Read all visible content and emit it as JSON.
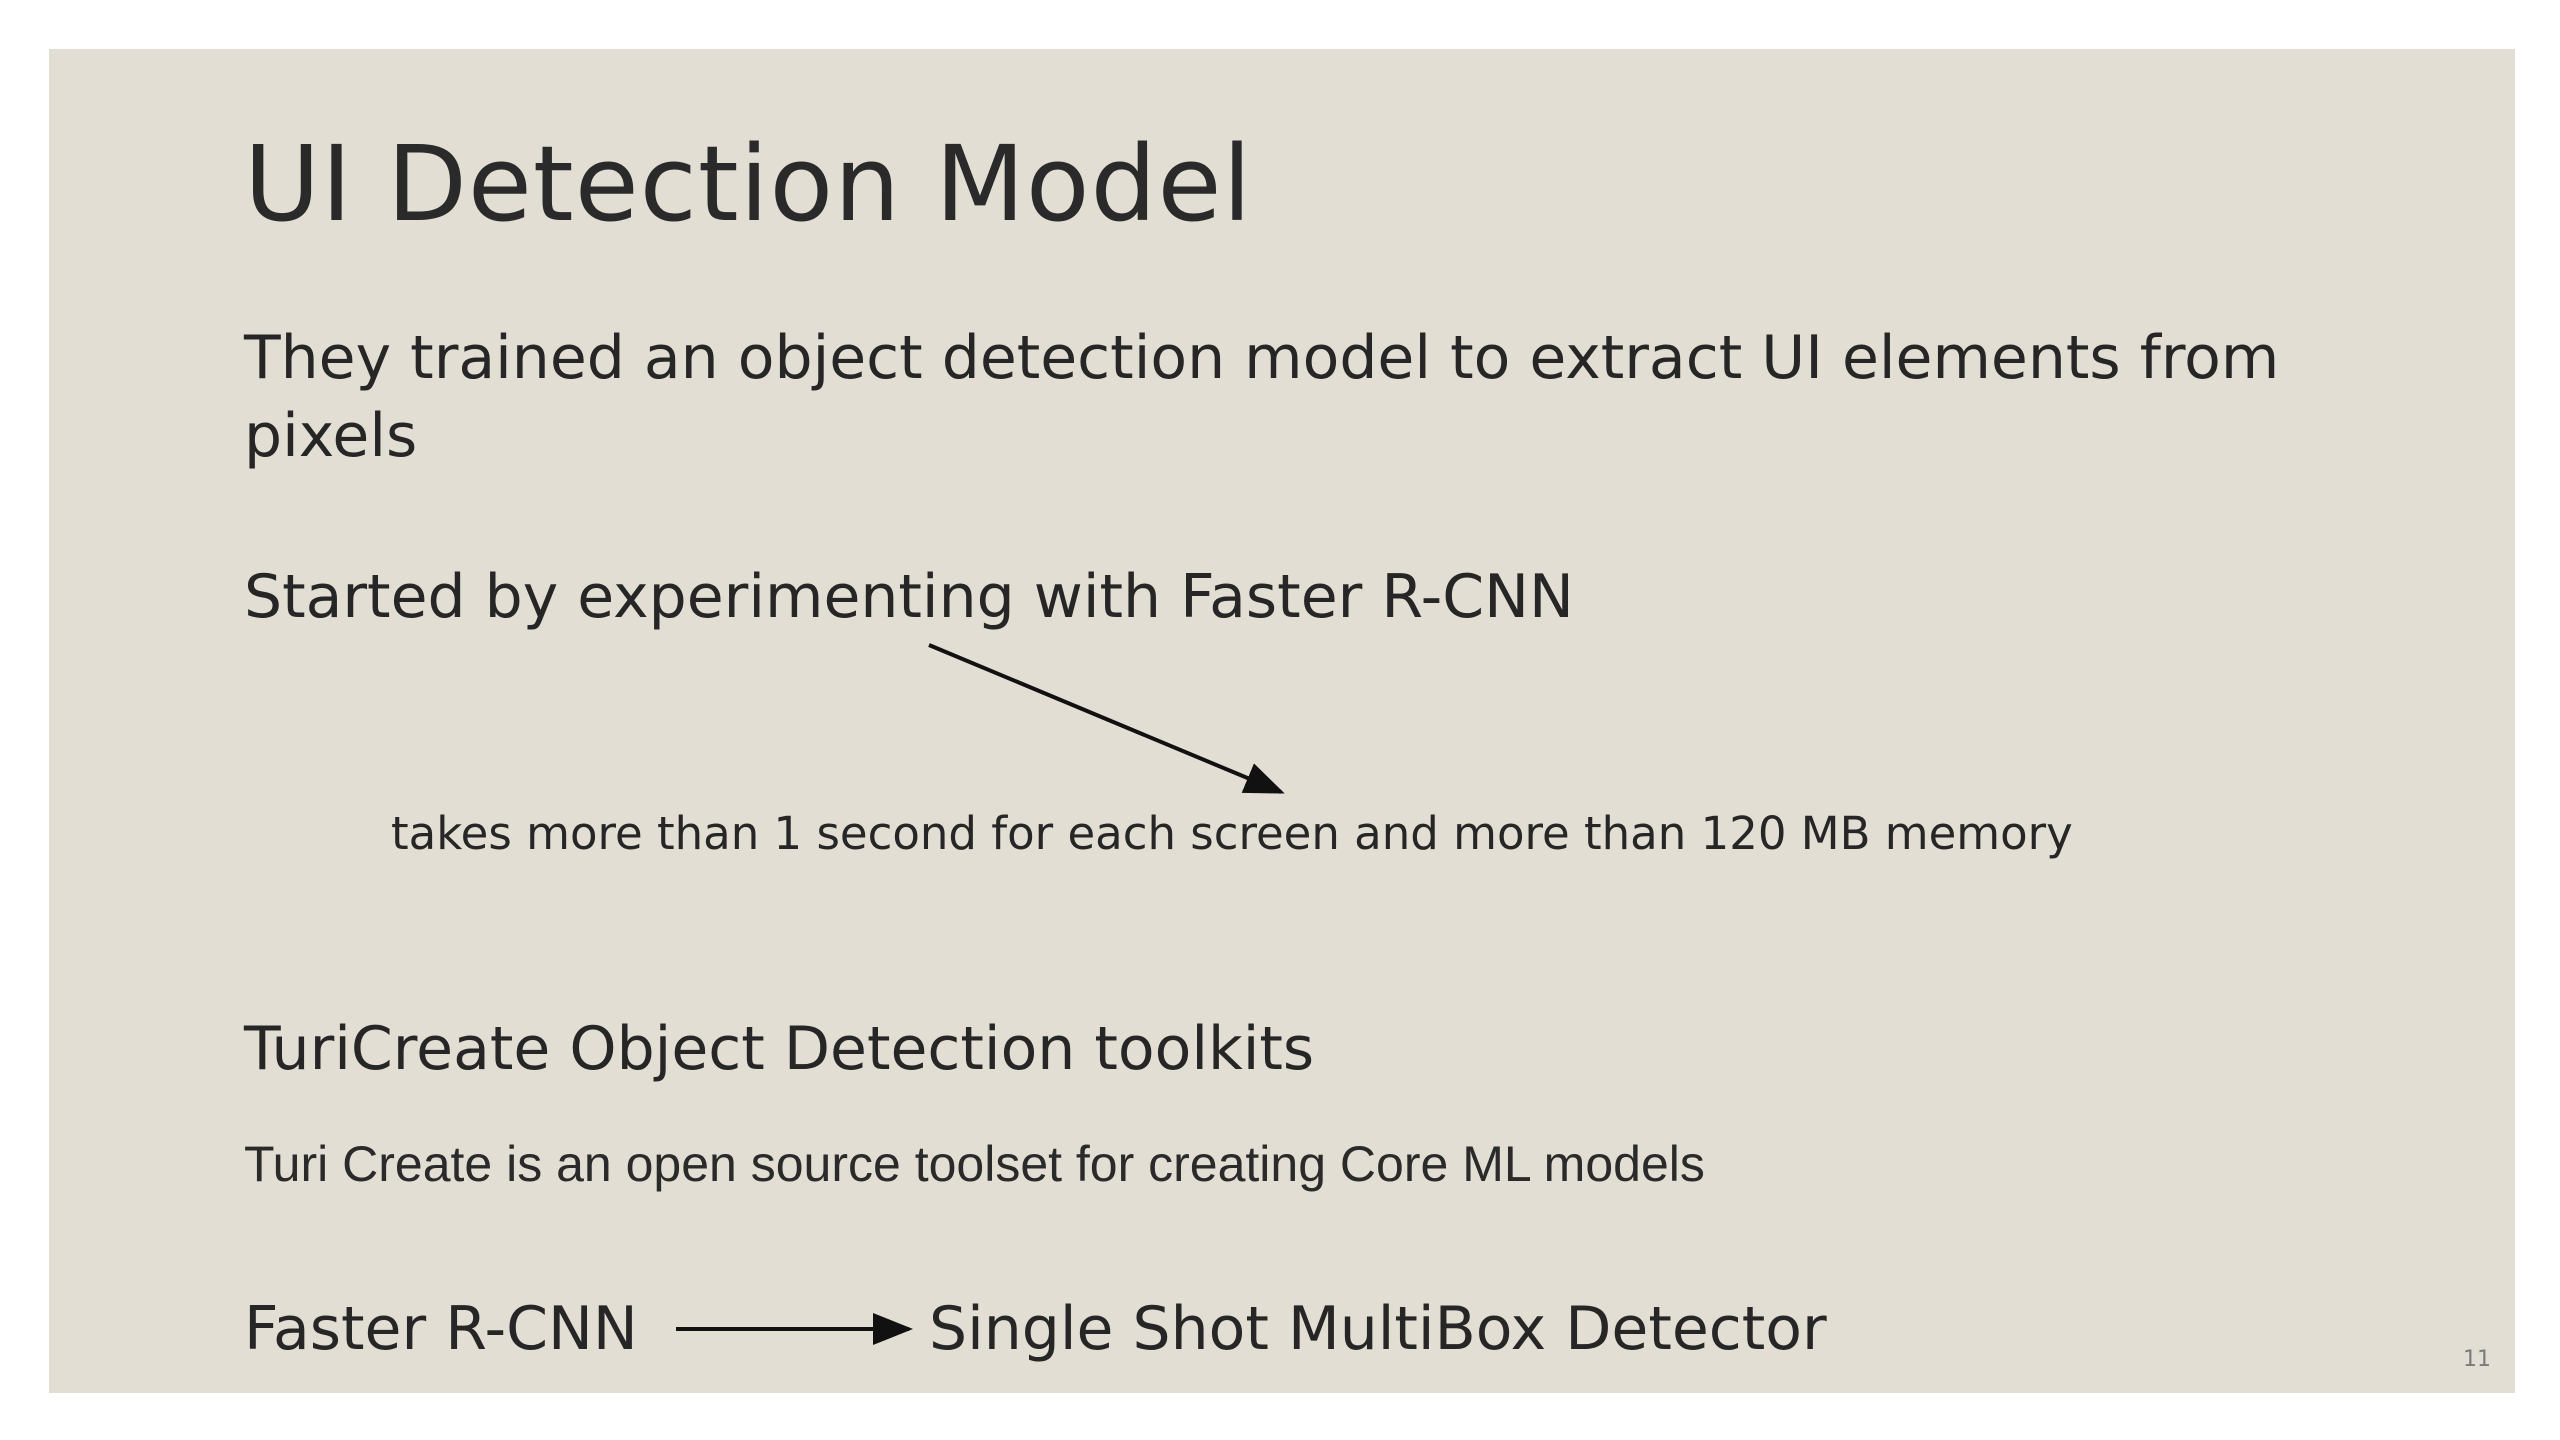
{
  "slide": {
    "title": "UI Detection Model",
    "paragraph_1": "They trained an object detection model to extract UI elements from pixels",
    "paragraph_2": "Started by experimenting with Faster R-CNN",
    "note": "takes more than 1 second for each screen and more than 120 MB memory",
    "paragraph_3": "TuriCreate Object Detection toolkits",
    "paragraph_4": "Turi Create is an open source toolset for creating Core ML models",
    "comparison_from": "Faster R-CNN",
    "comparison_to": "Single Shot MultiBox Detector",
    "page_number": "11"
  },
  "colors": {
    "slide_background": "#e2ded3",
    "text": "#262626",
    "arrow": "#111111"
  },
  "icons": [
    "diagonal-arrow-icon",
    "right-arrow-icon"
  ]
}
